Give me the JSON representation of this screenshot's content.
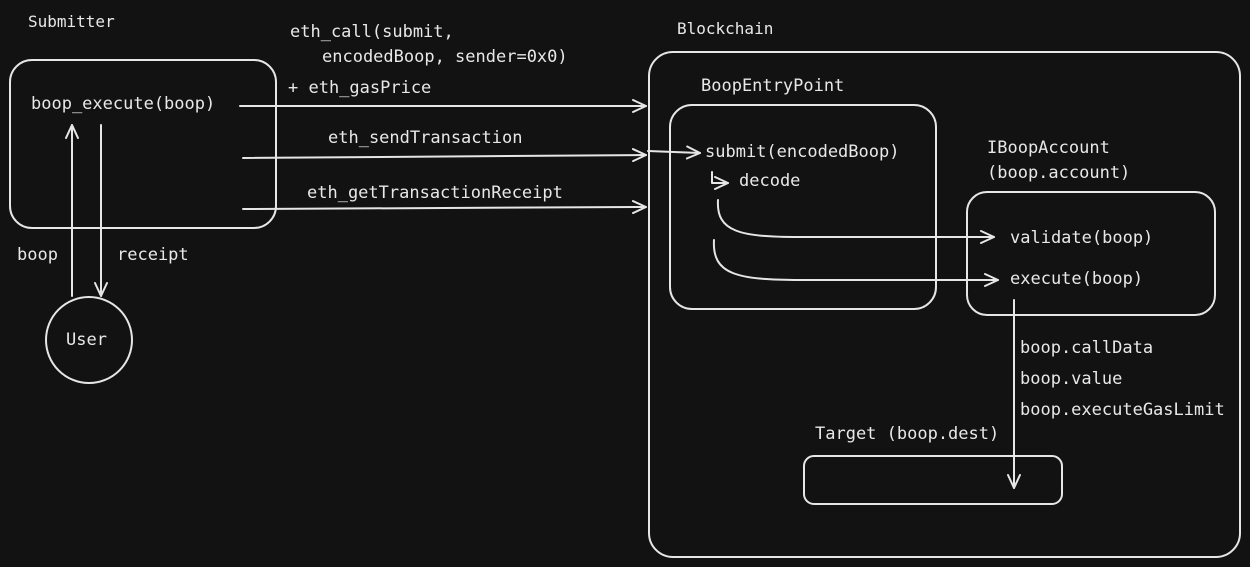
{
  "submitter": {
    "title": "Submitter",
    "method": "boop_execute(boop)"
  },
  "user": {
    "label": "User",
    "boop_label": "boop",
    "receipt_label": "receipt"
  },
  "calls": {
    "eth_call_line1": "eth_call(submit,",
    "eth_call_line2": "encodedBoop, sender=0x0)",
    "gas_price": "+ eth_gasPrice",
    "send_tx": "eth_sendTransaction",
    "get_receipt": "eth_getTransactionReceipt"
  },
  "blockchain": {
    "title": "Blockchain"
  },
  "entry_point": {
    "title": "BoopEntryPoint",
    "submit": "submit(encodedBoop)",
    "decode": "decode"
  },
  "account": {
    "title_line1": "IBoopAccount",
    "title_line2": "(boop.account)",
    "validate": "validate(boop)",
    "execute": "execute(boop)"
  },
  "target": {
    "title": "Target (boop.dest)",
    "params": [
      "boop.callData",
      "boop.value",
      "boop.executeGasLimit"
    ]
  }
}
